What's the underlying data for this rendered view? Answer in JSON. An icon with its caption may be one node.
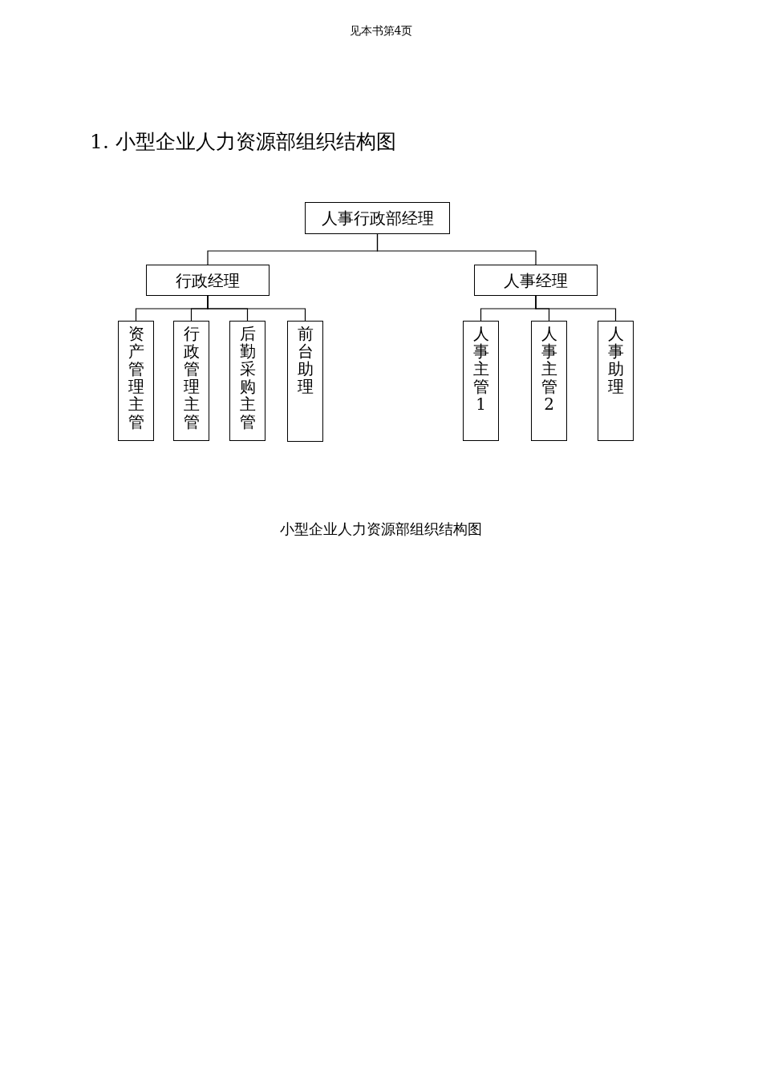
{
  "diagram": {
    "title": "1. 小型企业人力资源部组织结构图",
    "caption": "小型企业人力资源部组织结构图",
    "labels": [
      "见本书第4页"
    ],
    "nodes": [
      {
        "text": [
          "人事行政部经理"
        ]
      },
      {
        "text": [
          "行政经理"
        ]
      },
      {
        "text": [
          "人事经理"
        ]
      },
      {
        "text": [
          "资产管理主管"
        ]
      },
      {
        "text": [
          "行政管理主管"
        ]
      },
      {
        "text": [
          "后勤采购主管"
        ]
      },
      {
        "text": [
          "前台助理"
        ]
      },
      {
        "text": [
          "人事主管1"
        ]
      },
      {
        "text": [
          "人事主管2"
        ]
      },
      {
        "text": [
          "人事助理"
        ]
      }
    ],
    "edges": [
      {
        "from": 0,
        "to": 1,
        "arrow": "none"
      },
      {
        "from": 0,
        "to": 2,
        "arrow": "none"
      },
      {
        "from": 1,
        "to": 3,
        "arrow": "none"
      },
      {
        "from": 1,
        "to": 4,
        "arrow": "none"
      },
      {
        "from": 1,
        "to": 5,
        "arrow": "none"
      },
      {
        "from": 1,
        "to": 6,
        "arrow": "none"
      },
      {
        "from": 2,
        "to": 7,
        "arrow": "none"
      },
      {
        "from": 2,
        "to": 8,
        "arrow": "none"
      },
      {
        "from": 2,
        "to": 9,
        "arrow": "none"
      }
    ]
  }
}
